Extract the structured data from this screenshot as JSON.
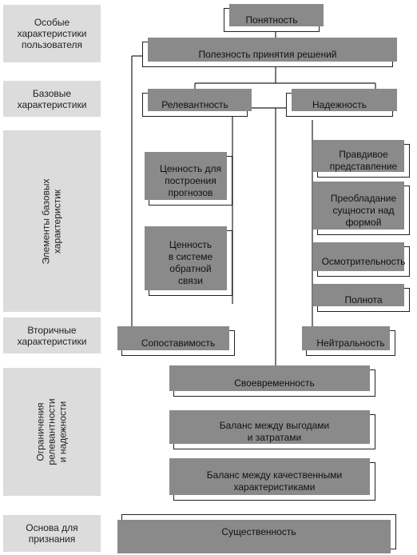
{
  "labels": {
    "user_specific": "Особые\nхарактеристики\nпользователя",
    "basic": "Базовые\nхарактеристики",
    "basic_elements": "Элементы базовых\nхарактеристик",
    "secondary": "Вторичные\nхарактеристики",
    "constraints": "Ограничения\nрелевантности\nи надежности",
    "recognition": "Основа для\nпризнания"
  },
  "nodes": {
    "understandability": "Понятность",
    "decision_usefulness": "Полезность принятия решений",
    "relevance": "Релевантность",
    "reliability": "Надежность",
    "predictive_value": "Ценность для\nпостроения\nпрогнозов",
    "feedback_value": "Ценность\nв системе\nобратной\nсвязи",
    "faithful_representation": "Правдивое\nпредставление",
    "substance_over_form": "Преобладание\nсущности над\nформой",
    "prudence": "Осмотрительность",
    "completeness": "Полнота",
    "comparability": "Сопоставимость",
    "neutrality": "Нейтральность",
    "timeliness": "Своевременность",
    "cost_benefit": "Баланс между выгодами\nи затратами",
    "qualitative_balance": "Баланс между качественными\nхарактеристиками",
    "materiality": "Существенность"
  }
}
